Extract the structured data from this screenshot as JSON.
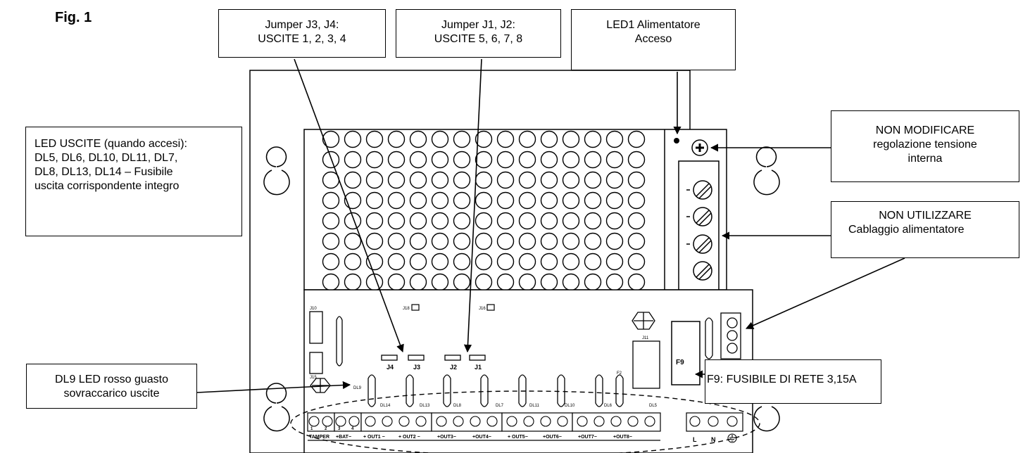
{
  "figure_label": "Fig. 1",
  "callouts": {
    "jumper_j34": [
      "Jumper J3, J4:",
      "USCITE 1, 2, 3, 4"
    ],
    "jumper_j12": [
      "Jumper J1, J2:",
      "USCITE 5, 6, 7, 8"
    ],
    "led1": [
      "LED1 Alimentatore",
      "Acceso"
    ],
    "non_modificare": [
      "NON MODIFICARE",
      "regolazione tensione",
      "interna"
    ],
    "non_utilizzare": [
      "NON UTILIZZARE",
      "Cablaggio alimentatore"
    ],
    "led_uscite": [
      "LED USCITE (quando accesi):",
      "DL5, DL6, DL10, DL11, DL7,",
      "DL8, DL13, DL14 – Fusibile",
      "uscita corrispondente integro"
    ],
    "dl9": [
      "DL9 LED rosso guasto",
      "sovraccarico uscite"
    ],
    "f9": [
      "F9: FUSIBILE DI RETE 3,15A"
    ]
  },
  "board_labels": {
    "j10": "J10",
    "j18": "J18",
    "j16": "J16",
    "j15": "J15",
    "j11": "J11",
    "j4": "J4",
    "j3": "J3",
    "j2": "J2",
    "j1": "J1",
    "f9": "F9",
    "f2": "F2",
    "dl9": "DL9",
    "dl14": "DL14",
    "dl13": "DL13",
    "dl8": "DL8",
    "dl7": "DL7",
    "dl11": "DL11",
    "dl10": "DL10",
    "dl6": "DL6",
    "dl5": "DL5",
    "tamper": "TAMPER",
    "bat": "+BAT−",
    "out1": "+ OUT1 −",
    "out2": "+ OUT2 −",
    "out3": "+OUT3−",
    "out4": "+OUT4−",
    "out5": "+ OUT5−",
    "out6": "+OUT6−",
    "out7": "+OUT7−",
    "out8": "+OUT8−",
    "l": "L",
    "n": "N",
    "term1": "1",
    "term2": "2",
    "term3": "3",
    "term4": "4"
  }
}
